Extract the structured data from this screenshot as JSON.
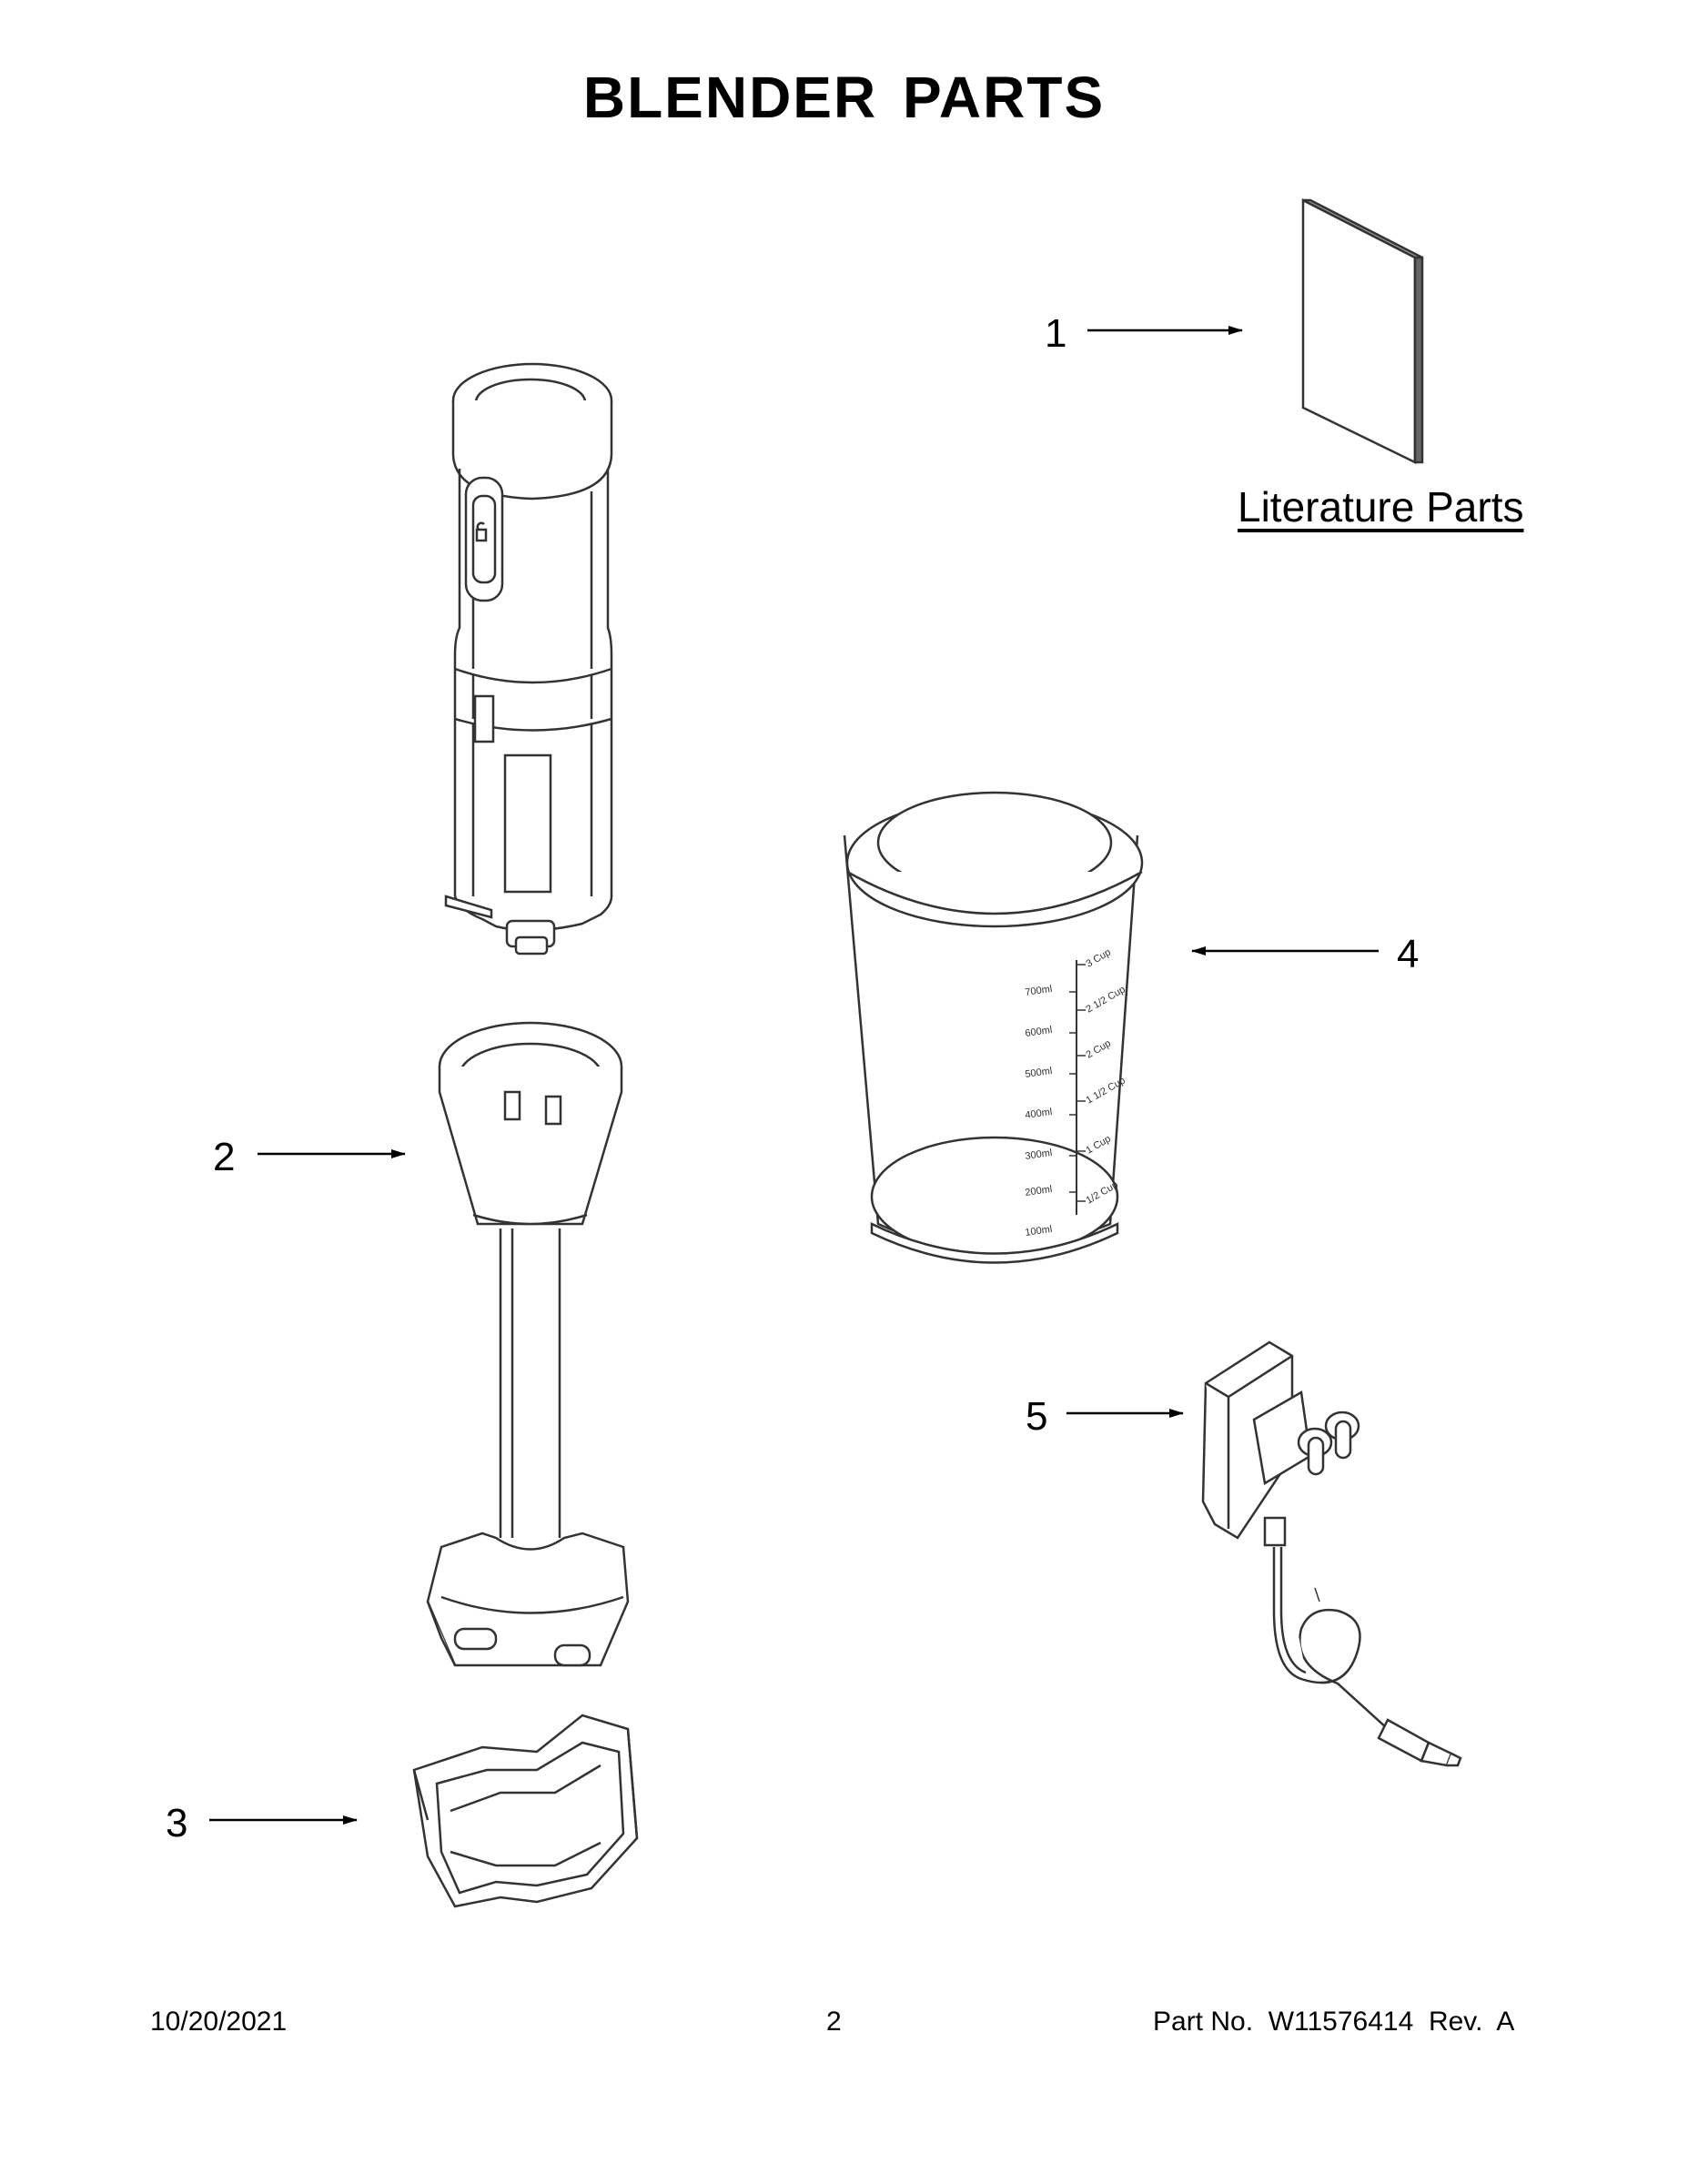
{
  "page": {
    "title": "BLENDER PARTS"
  },
  "callouts": {
    "c1": "1",
    "c2": "2",
    "c3": "3",
    "c4": "4",
    "c5": "5"
  },
  "literature": {
    "label": "Literature Parts"
  },
  "jar_markings": {
    "ml": [
      "700ml",
      "600ml",
      "500ml",
      "400ml",
      "300ml",
      "200ml",
      "100ml"
    ],
    "cup": [
      "3 Cup",
      "2 1/2 Cup",
      "2 Cup",
      "1 1/2 Cup",
      "1 Cup",
      "1/2 Cup"
    ]
  },
  "footer": {
    "date": "10/20/2021",
    "page_number": "2",
    "part_number": "Part No.  W11576414  Rev.  A"
  },
  "colors": {
    "ink": "#000000",
    "line_art": "#333333",
    "paper": "#ffffff"
  },
  "icons": [
    "literature-booklet-icon",
    "motor-body-icon",
    "blending-arm-icon",
    "blade-guard-icon",
    "blending-jar-icon",
    "power-adapter-icon"
  ]
}
